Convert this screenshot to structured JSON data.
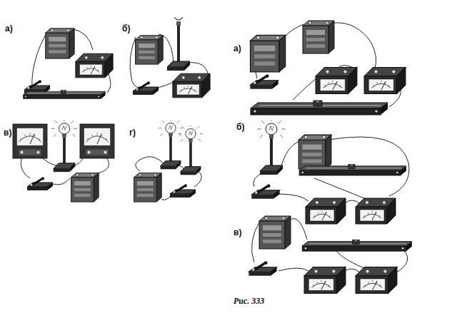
{
  "diagram": {
    "labels": [
      "а)",
      "б)",
      "в)",
      "г)",
      "а)",
      "б)",
      "в)",
      "Рис. 333"
    ]
  }
}
